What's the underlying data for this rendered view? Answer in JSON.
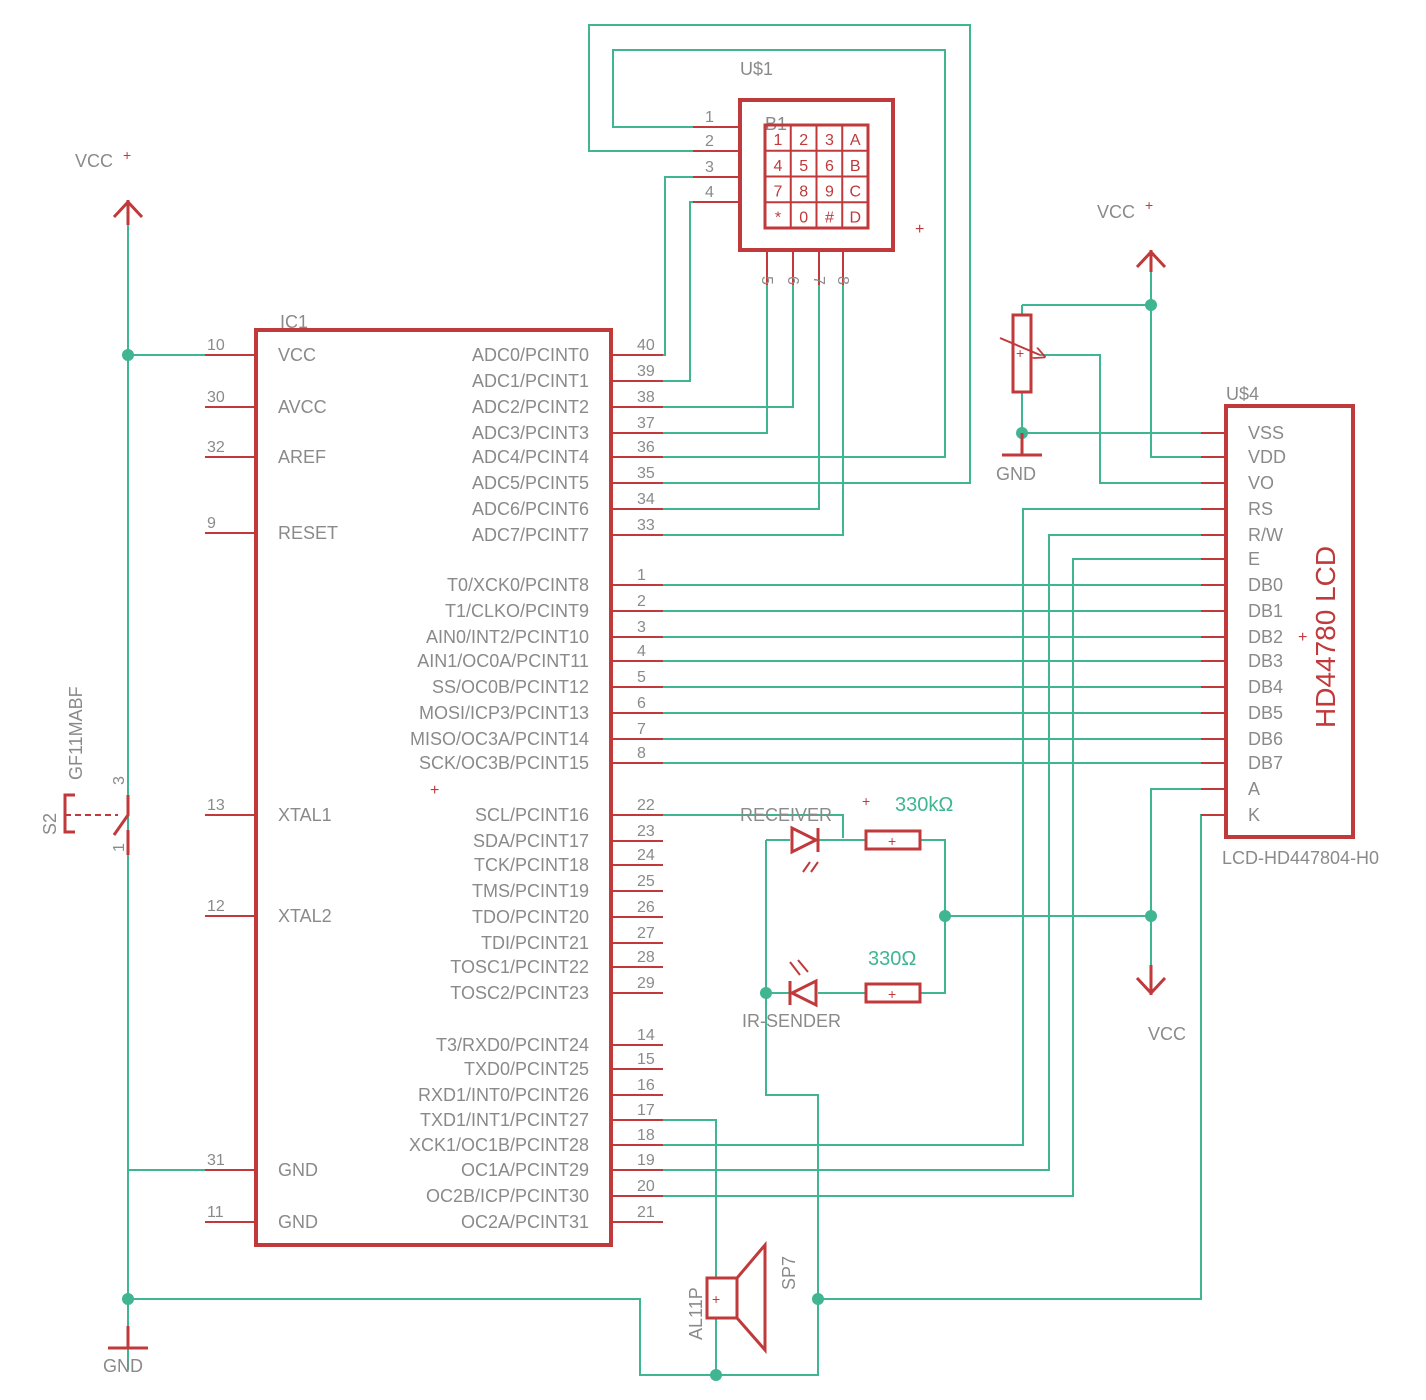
{
  "ic1": {
    "name": "IC1",
    "left_pins": [
      {
        "num": "10",
        "label": "VCC"
      },
      {
        "num": "30",
        "label": "AVCC"
      },
      {
        "num": "32",
        "label": "AREF"
      },
      {
        "num": "9",
        "label": "RESET"
      },
      {
        "num": "13",
        "label": "XTAL1"
      },
      {
        "num": "12",
        "label": "XTAL2"
      },
      {
        "num": "31",
        "label": "GND"
      },
      {
        "num": "11",
        "label": "GND"
      }
    ],
    "right_pins": [
      {
        "num": "40",
        "label": "ADC0/PCINT0"
      },
      {
        "num": "39",
        "label": "ADC1/PCINT1"
      },
      {
        "num": "38",
        "label": "ADC2/PCINT2"
      },
      {
        "num": "37",
        "label": "ADC3/PCINT3"
      },
      {
        "num": "36",
        "label": "ADC4/PCINT4"
      },
      {
        "num": "35",
        "label": "ADC5/PCINT5"
      },
      {
        "num": "34",
        "label": "ADC6/PCINT6"
      },
      {
        "num": "33",
        "label": "ADC7/PCINT7"
      },
      {
        "num": "1",
        "label": "T0/XCK0/PCINT8"
      },
      {
        "num": "2",
        "label": "T1/CLKO/PCINT9"
      },
      {
        "num": "3",
        "label": "AIN0/INT2/PCINT10"
      },
      {
        "num": "4",
        "label": "AIN1/OC0A/PCINT11"
      },
      {
        "num": "5",
        "label": "SS/OC0B/PCINT12"
      },
      {
        "num": "6",
        "label": "MOSI/ICP3/PCINT13"
      },
      {
        "num": "7",
        "label": "MISO/OC3A/PCINT14"
      },
      {
        "num": "8",
        "label": "SCK/OC3B/PCINT15"
      },
      {
        "num": "22",
        "label": "SCL/PCINT16"
      },
      {
        "num": "23",
        "label": "SDA/PCINT17"
      },
      {
        "num": "24",
        "label": "TCK/PCINT18"
      },
      {
        "num": "25",
        "label": "TMS/PCINT19"
      },
      {
        "num": "26",
        "label": "TDO/PCINT20"
      },
      {
        "num": "27",
        "label": "TDI/PCINT21"
      },
      {
        "num": "28",
        "label": "TOSC1/PCINT22"
      },
      {
        "num": "29",
        "label": "TOSC2/PCINT23"
      },
      {
        "num": "14",
        "label": "T3/RXD0/PCINT24"
      },
      {
        "num": "15",
        "label": "TXD0/PCINT25"
      },
      {
        "num": "16",
        "label": "RXD1/INT0/PCINT26"
      },
      {
        "num": "17",
        "label": "TXD1/INT1/PCINT27"
      },
      {
        "num": "18",
        "label": "XCK1/OC1B/PCINT28"
      },
      {
        "num": "19",
        "label": "OC1A/PCINT29"
      },
      {
        "num": "20",
        "label": "OC2B/ICP/PCINT30"
      },
      {
        "num": "21",
        "label": "OC2A/PCINT31"
      }
    ]
  },
  "lcd": {
    "name": "U$4",
    "title": "HD44780 LCD",
    "value": "LCD-HD447804-H0",
    "pins": [
      "VSS",
      "VDD",
      "VO",
      "RS",
      "R/W",
      "E",
      "DB0",
      "DB1",
      "DB2",
      "DB3",
      "DB4",
      "DB5",
      "DB6",
      "DB7",
      "A",
      "K"
    ]
  },
  "keypad": {
    "name": "U$1",
    "ref": "B1",
    "keys": [
      "1",
      "2",
      "3",
      "A",
      "4",
      "5",
      "6",
      "B",
      "7",
      "8",
      "9",
      "C",
      "*",
      "0",
      "#",
      "D"
    ],
    "left_pins": [
      "1",
      "2",
      "3",
      "4"
    ],
    "bottom_pins": [
      "5",
      "6",
      "7",
      "8"
    ]
  },
  "labels": {
    "vcc_left": "VCC",
    "vcc_pot": "VCC",
    "vcc_bottom": "VCC",
    "gnd_pot": "GND",
    "gnd_bottom": "GND",
    "switch_name": "S2",
    "switch_value": "GF11MABF",
    "switch_pin3": "3",
    "switch_pin1": "1",
    "receiver": "RECEIVER",
    "r1_value": "330kΩ",
    "r2_value": "330Ω",
    "ir_sender": "IR-SENDER",
    "speaker_name": "SP7",
    "speaker_value": "AL11P"
  },
  "colors": {
    "part": "#c0393b",
    "wire": "#3fb592",
    "text": "#8a8a8a"
  }
}
